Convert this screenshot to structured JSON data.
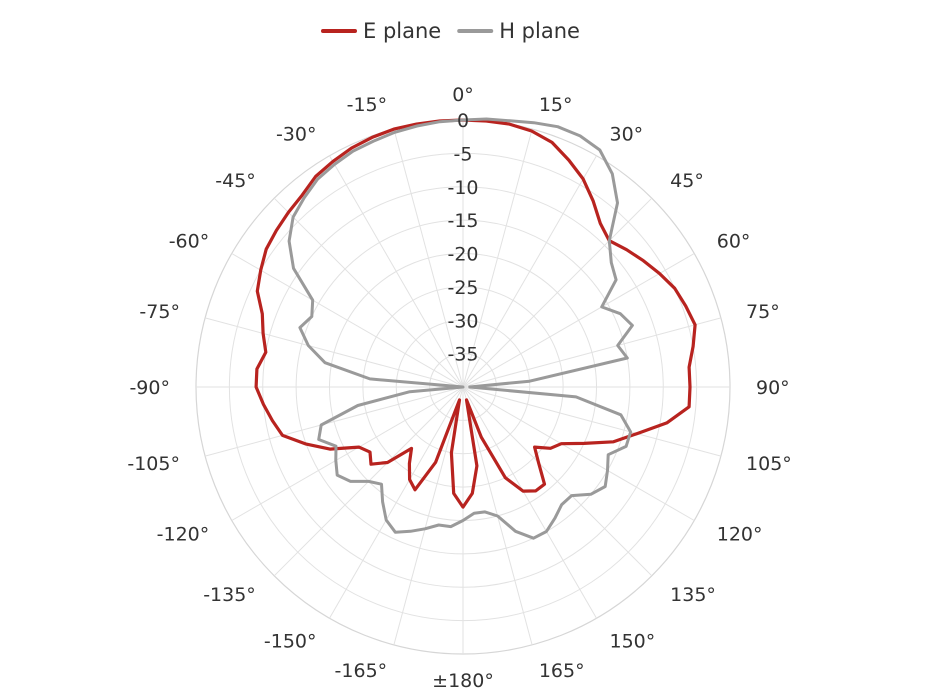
{
  "chart_data": {
    "type": "polar",
    "title": "",
    "radial_unit": "dB",
    "radial_range": [
      -40,
      0
    ],
    "radial_ticks": [
      0,
      -5,
      -10,
      -15,
      -20,
      -25,
      -30,
      -35
    ],
    "radial_tick_labels": [
      "0",
      "-5",
      "-10",
      "-15",
      "-20",
      "-25",
      "-30",
      "-35"
    ],
    "angle_ticks": [
      0,
      15,
      30,
      45,
      60,
      75,
      90,
      105,
      120,
      135,
      150,
      165,
      180,
      -165,
      -150,
      -135,
      -120,
      -105,
      -90,
      -75,
      -60,
      -45,
      -30,
      -15
    ],
    "angle_tick_labels": [
      "0°",
      "15°",
      "30°",
      "45°",
      "60°",
      "75°",
      "90°",
      "105°",
      "120°",
      "135°",
      "150°",
      "165°",
      "±180°",
      "-165°",
      "-150°",
      "-135°",
      "-120°",
      "-105°",
      "-90°",
      "-75°",
      "-60°",
      "-45°",
      "-30°",
      "-15°"
    ],
    "angle_direction": "clockwise",
    "zero_location": "top",
    "grid": true,
    "legend_position": "top",
    "series": [
      {
        "name": "E plane",
        "color": "#b8231f",
        "theta": [
          -180,
          -175,
          -170,
          -165,
          -160,
          -155,
          -150,
          -145,
          -140,
          -135,
          -130,
          -125,
          -120,
          -115,
          -110,
          -105,
          -100,
          -95,
          -90,
          -85,
          -80,
          -75,
          -70,
          -65,
          -60,
          -55,
          -50,
          -45,
          -40,
          -35,
          -30,
          -25,
          -20,
          -15,
          -10,
          -5,
          0,
          5,
          10,
          15,
          20,
          25,
          30,
          35,
          40,
          45,
          50,
          55,
          60,
          65,
          70,
          75,
          80,
          85,
          90,
          95,
          100,
          105,
          110,
          115,
          120,
          125,
          130,
          135,
          140,
          145,
          150,
          155,
          160,
          165,
          170,
          175,
          180
        ],
        "r": [
          -22,
          -24,
          -30,
          -38,
          -28,
          -23,
          -24,
          -26,
          -28,
          -24,
          -22,
          -23,
          -22,
          -18,
          -15,
          -12,
          -11,
          -10,
          -9,
          -9,
          -10,
          -9,
          -8,
          -6,
          -5,
          -4,
          -3.5,
          -3,
          -2.5,
          -1.5,
          -1,
          -0.5,
          -0.2,
          0,
          0,
          0,
          0,
          0,
          0,
          -0.3,
          -1,
          -2.5,
          -4,
          -6,
          -8,
          -9,
          -8,
          -7,
          -6,
          -5,
          -4.5,
          -4,
          -5,
          -6,
          -6,
          -6,
          -9,
          -13,
          -16,
          -20,
          -23,
          -24,
          -26,
          -24,
          -21,
          -21,
          -22,
          -25,
          -32,
          -38,
          -28,
          -24,
          -22
        ]
      },
      {
        "name": "H plane",
        "color": "#9a9a9a",
        "theta": [
          -180,
          -175,
          -170,
          -165,
          -160,
          -155,
          -150,
          -145,
          -140,
          -135,
          -130,
          -125,
          -120,
          -115,
          -110,
          -105,
          -100,
          -95,
          -90,
          -85,
          -80,
          -75,
          -70,
          -65,
          -60,
          -55,
          -50,
          -45,
          -40,
          -35,
          -30,
          -25,
          -20,
          -15,
          -10,
          -5,
          0,
          5,
          10,
          15,
          20,
          25,
          30,
          35,
          40,
          45,
          50,
          55,
          60,
          65,
          70,
          75,
          80,
          85,
          90,
          95,
          100,
          105,
          110,
          115,
          120,
          125,
          130,
          135,
          140,
          145,
          150,
          155,
          160,
          165,
          170,
          175,
          180
        ],
        "r": [
          -20,
          -19,
          -19,
          -18,
          -17,
          -16,
          -17,
          -19,
          -21,
          -20,
          -18,
          -17,
          -18,
          -19,
          -17,
          -18,
          -24,
          -32,
          -40,
          -26,
          -19,
          -16,
          -14,
          -15,
          -14,
          -9,
          -6,
          -4,
          -3,
          -2,
          -1.5,
          -1,
          -0.8,
          -0.5,
          -0.3,
          -0.1,
          0,
          0.3,
          0.5,
          1,
          1.5,
          1.5,
          1,
          -1,
          -4,
          -9,
          -11,
          -12,
          -16,
          -14,
          -13,
          -16,
          -15,
          -30,
          -39,
          -23,
          -16,
          -14,
          -14,
          -16,
          -15,
          -14,
          -15,
          -17,
          -17,
          -16,
          -15,
          -15,
          -17,
          -20,
          -21,
          -21,
          -20
        ]
      }
    ]
  }
}
